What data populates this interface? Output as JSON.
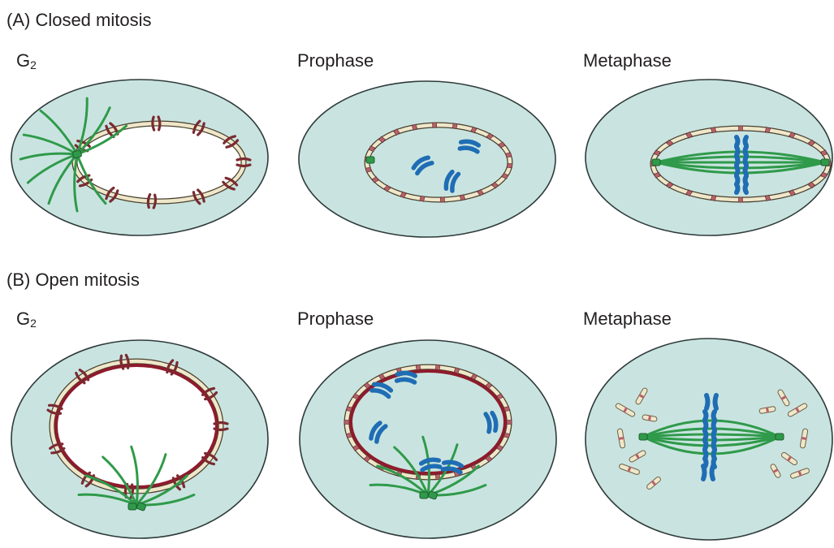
{
  "sections": [
    {
      "title": "(A) Closed mitosis",
      "stages": [
        {
          "main": "G",
          "sub": "2"
        },
        {
          "main": "Prophase",
          "sub": ""
        },
        {
          "main": "Metaphase",
          "sub": ""
        }
      ]
    },
    {
      "title": "(B) Open mitosis",
      "stages": [
        {
          "main": "G",
          "sub": "2"
        },
        {
          "main": "Prophase",
          "sub": ""
        },
        {
          "main": "Metaphase",
          "sub": ""
        }
      ]
    }
  ],
  "colors": {
    "cytoplasm": "#c9e4e0",
    "cell_outline": "#2e3a3a",
    "nuclear_envelope": "#efe7c9",
    "nuclear_lamina": "#8e1b2c",
    "pore": "#b5616a",
    "microtubule": "#2f9a4a",
    "centrosome": "#2f9a4a",
    "chromosome": "#1f6db4"
  }
}
